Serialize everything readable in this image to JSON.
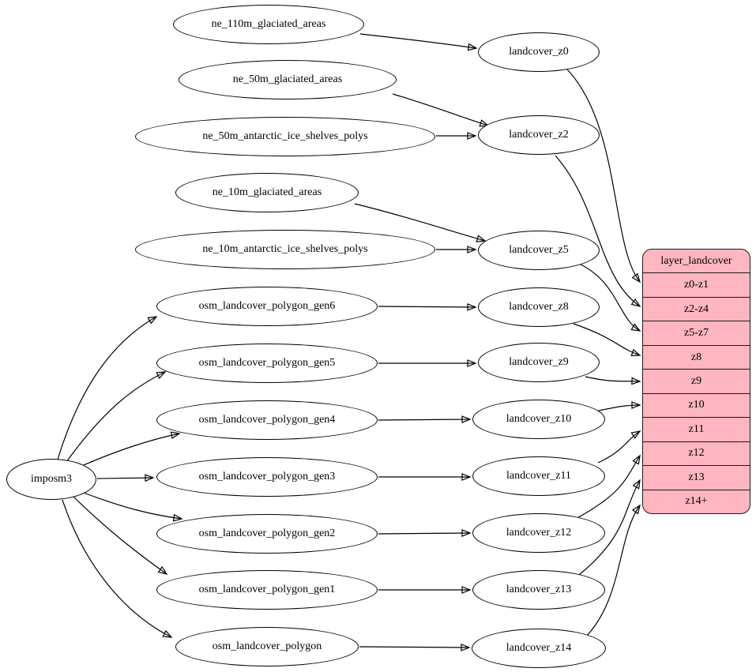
{
  "colors": {
    "background": "#ffffff",
    "node_fill": "#ffffff",
    "node_border": "#000000",
    "edge": "#000000",
    "table_fill": "#ffb6c1"
  },
  "root": {
    "label": "imposm3"
  },
  "sources": [
    {
      "label": "ne_110m_glaciated_areas"
    },
    {
      "label": "ne_50m_glaciated_areas"
    },
    {
      "label": "ne_50m_antarctic_ice_shelves_polys"
    },
    {
      "label": "ne_10m_glaciated_areas"
    },
    {
      "label": "ne_10m_antarctic_ice_shelves_polys"
    },
    {
      "label": "osm_landcover_polygon_gen6"
    },
    {
      "label": "osm_landcover_polygon_gen5"
    },
    {
      "label": "osm_landcover_polygon_gen4"
    },
    {
      "label": "osm_landcover_polygon_gen3"
    },
    {
      "label": "osm_landcover_polygon_gen2"
    },
    {
      "label": "osm_landcover_polygon_gen1"
    },
    {
      "label": "osm_landcover_polygon"
    }
  ],
  "intermediates": [
    {
      "label": "landcover_z0"
    },
    {
      "label": "landcover_z2"
    },
    {
      "label": "landcover_z5"
    },
    {
      "label": "landcover_z8"
    },
    {
      "label": "landcover_z9"
    },
    {
      "label": "landcover_z10"
    },
    {
      "label": "landcover_z11"
    },
    {
      "label": "landcover_z12"
    },
    {
      "label": "landcover_z13"
    },
    {
      "label": "landcover_z14"
    }
  ],
  "table": {
    "title": "layer_landcover",
    "rows": [
      "z0-z1",
      "z2-z4",
      "z5-z7",
      "z8",
      "z9",
      "z10",
      "z11",
      "z12",
      "z13",
      "z14+"
    ]
  },
  "edges": [
    {
      "from": "ne_110m_glaciated_areas",
      "to": "landcover_z0"
    },
    {
      "from": "ne_50m_glaciated_areas",
      "to": "landcover_z2"
    },
    {
      "from": "ne_50m_antarctic_ice_shelves_polys",
      "to": "landcover_z2"
    },
    {
      "from": "ne_10m_glaciated_areas",
      "to": "landcover_z5"
    },
    {
      "from": "ne_10m_antarctic_ice_shelves_polys",
      "to": "landcover_z5"
    },
    {
      "from": "osm_landcover_polygon_gen6",
      "to": "landcover_z8"
    },
    {
      "from": "osm_landcover_polygon_gen5",
      "to": "landcover_z9"
    },
    {
      "from": "osm_landcover_polygon_gen4",
      "to": "landcover_z10"
    },
    {
      "from": "osm_landcover_polygon_gen3",
      "to": "landcover_z11"
    },
    {
      "from": "osm_landcover_polygon_gen2",
      "to": "landcover_z12"
    },
    {
      "from": "osm_landcover_polygon_gen1",
      "to": "landcover_z13"
    },
    {
      "from": "osm_landcover_polygon",
      "to": "landcover_z14"
    },
    {
      "from": "imposm3",
      "to": "osm_landcover_polygon_gen6"
    },
    {
      "from": "imposm3",
      "to": "osm_landcover_polygon_gen5"
    },
    {
      "from": "imposm3",
      "to": "osm_landcover_polygon_gen4"
    },
    {
      "from": "imposm3",
      "to": "osm_landcover_polygon_gen3"
    },
    {
      "from": "imposm3",
      "to": "osm_landcover_polygon_gen2"
    },
    {
      "from": "imposm3",
      "to": "osm_landcover_polygon_gen1"
    },
    {
      "from": "imposm3",
      "to": "osm_landcover_polygon"
    },
    {
      "from": "landcover_z0",
      "to": "layer_landcover:z0-z1"
    },
    {
      "from": "landcover_z2",
      "to": "layer_landcover:z2-z4"
    },
    {
      "from": "landcover_z5",
      "to": "layer_landcover:z5-z7"
    },
    {
      "from": "landcover_z8",
      "to": "layer_landcover:z8"
    },
    {
      "from": "landcover_z9",
      "to": "layer_landcover:z9"
    },
    {
      "from": "landcover_z10",
      "to": "layer_landcover:z10"
    },
    {
      "from": "landcover_z11",
      "to": "layer_landcover:z11"
    },
    {
      "from": "landcover_z12",
      "to": "layer_landcover:z12"
    },
    {
      "from": "landcover_z13",
      "to": "layer_landcover:z13"
    },
    {
      "from": "landcover_z14",
      "to": "layer_landcover:z14+"
    }
  ]
}
